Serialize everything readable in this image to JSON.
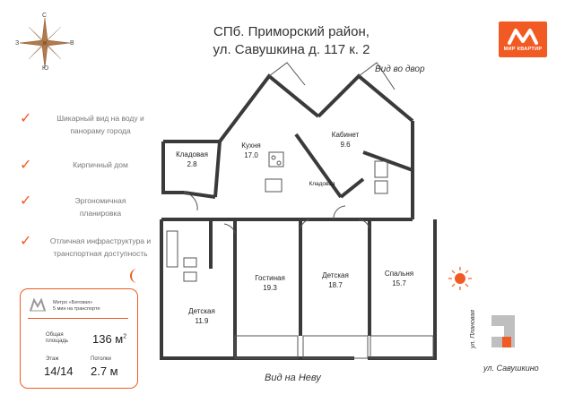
{
  "header": {
    "title_line1": "СПб. Приморский район,",
    "title_line2": "ул. Савушкина д. 117 к. 2"
  },
  "compass": {
    "north": "С",
    "south": "Ю",
    "west": "З",
    "east": "В",
    "icon": "compass-rose-icon"
  },
  "logo": {
    "text": "МИР КВАРТИР",
    "color": "#f15a22"
  },
  "features": [
    {
      "line1": "Шикарный вид на воду и",
      "line2": "панораму города"
    },
    {
      "line1": "Кирпичный дом",
      "line2": ""
    },
    {
      "line1": "Эргономичная",
      "line2": "планировка"
    },
    {
      "line1": "Отличная инфраструктура и",
      "line2": "транспортная доступность"
    }
  ],
  "info": {
    "metro_line1": "Метро «Беговая»",
    "metro_line2": "5 мин на транспорте",
    "area_label_line1": "Общая",
    "area_label_line2": "площадь",
    "area_value": "136 м",
    "area_sup": "2",
    "floor_label": "Этаж",
    "floor_value": "14/14",
    "ceiling_label": "Потолки",
    "ceiling_value": "2.7 м"
  },
  "rooms": {
    "storage1_name": "Кладовая",
    "storage1_area": "2.8",
    "kitchen_name": "Кухня",
    "kitchen_area": "17.0",
    "storage2_name": "Кладовая",
    "study_name": "Кабинет",
    "study_area": "9.6",
    "kids1_name": "Детская",
    "kids1_area": "11.9",
    "living_name": "Гостиная",
    "living_area": "19.3",
    "kids2_name": "Детская",
    "kids2_area": "18.7",
    "bedroom_name": "Спальня",
    "bedroom_area": "15.7"
  },
  "views": {
    "yard": "Вид во двор",
    "neva": "Вид на Неву"
  },
  "location": {
    "street_vertical": "ул. Плановая",
    "street_bottom": "ул. Савушкино"
  },
  "colors": {
    "accent": "#f15a22",
    "wall": "#3a3a3a",
    "text": "#333333"
  }
}
